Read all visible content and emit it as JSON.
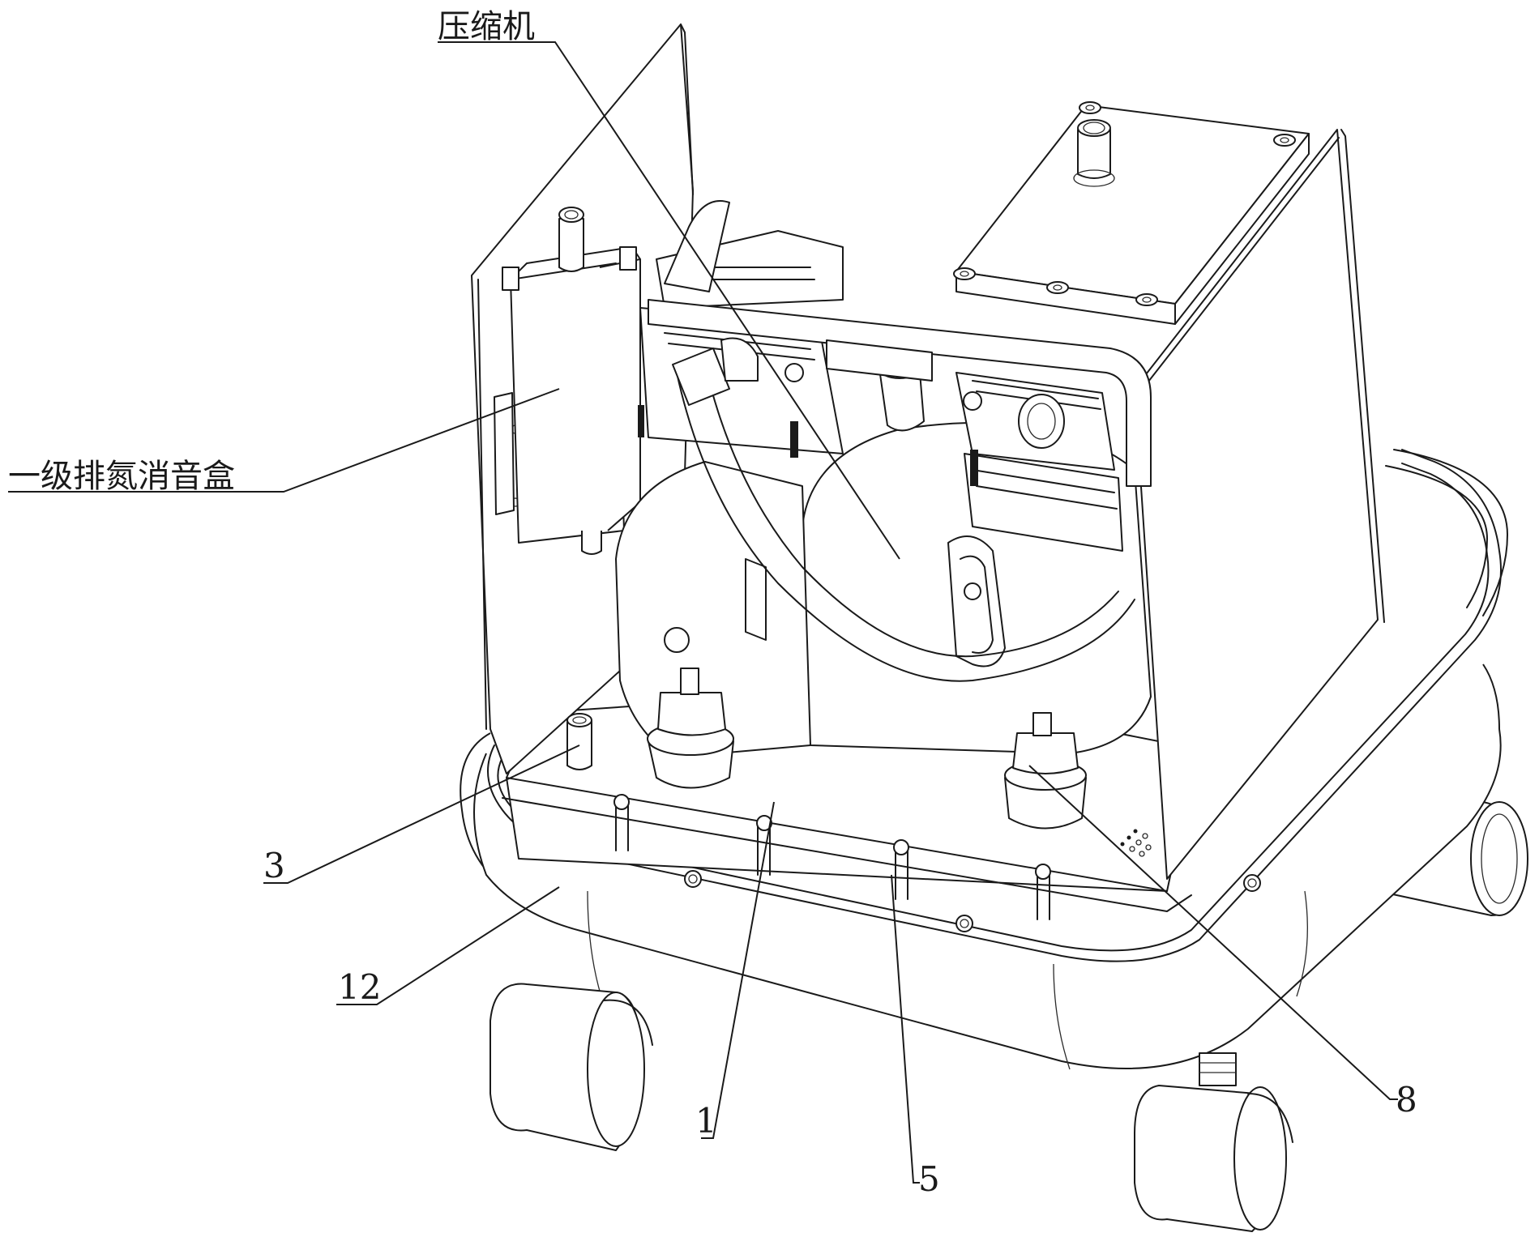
{
  "figure": {
    "type": "patent line drawing",
    "subject": "compressor-based gas unit on wheeled base, isometric view"
  },
  "labels": {
    "compressor": "压缩机",
    "muffler_box": "一级排氮消音盒",
    "ref_3": "3",
    "ref_12": "12",
    "ref_1": "1",
    "ref_5": "5",
    "ref_8": "8"
  },
  "colors": {
    "line": "#1a1a1a",
    "background": "#ffffff"
  }
}
